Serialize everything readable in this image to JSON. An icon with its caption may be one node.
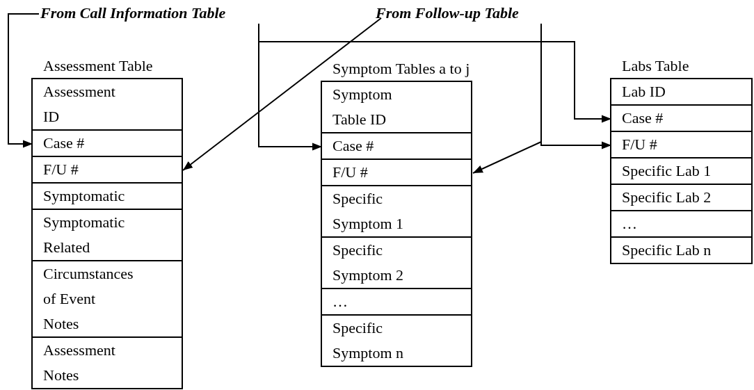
{
  "diagram": {
    "nodes": [
      {
        "text": [
          "From Call Information Table"
        ]
      },
      {
        "text": [
          "From Follow-up Table"
        ]
      },
      {
        "text": [
          "Assessment Table"
        ]
      },
      {
        "text": [
          "Assessment ID"
        ],
        "in": 2
      },
      {
        "text": [
          "Case #"
        ],
        "in": 2
      },
      {
        "text": [
          "F/U #"
        ],
        "in": 2
      },
      {
        "text": [
          "Symptomatic"
        ],
        "in": 2
      },
      {
        "text": [
          "Symptomatic Related"
        ],
        "in": 2
      },
      {
        "text": [
          "Circumstances of Event Notes"
        ],
        "in": 2
      },
      {
        "text": [
          "Assessment Notes"
        ],
        "in": 2
      },
      {
        "text": [
          "Symptom Tables a to j"
        ]
      },
      {
        "text": [
          "Symptom Table ID"
        ],
        "in": 10
      },
      {
        "text": [
          "Case #"
        ],
        "in": 10
      },
      {
        "text": [
          "F/U #"
        ],
        "in": 10
      },
      {
        "text": [
          "Specific Symptom 1"
        ],
        "in": 10
      },
      {
        "text": [
          "Specific Symptom 2"
        ],
        "in": 10
      },
      {
        "text": [
          "…"
        ],
        "in": 10
      },
      {
        "text": [
          "Specific Symptom n"
        ],
        "in": 10
      },
      {
        "text": [
          "Labs Table"
        ]
      },
      {
        "text": [
          "Lab ID"
        ],
        "in": 18
      },
      {
        "text": [
          "Case #"
        ],
        "in": 18
      },
      {
        "text": [
          "F/U #"
        ],
        "in": 18
      },
      {
        "text": [
          "Specific Lab 1"
        ],
        "in": 18
      },
      {
        "text": [
          "Specific Lab 2"
        ],
        "in": 18
      },
      {
        "text": [
          "…"
        ],
        "in": 18
      },
      {
        "text": [
          "Specific Lab n"
        ],
        "in": 18
      }
    ],
    "edges": [
      {
        "from": 0,
        "to": 4,
        "arrow": "to"
      },
      {
        "from": 0,
        "to": 12,
        "arrow": "to"
      },
      {
        "from": 0,
        "to": 20,
        "arrow": "to"
      },
      {
        "from": 1,
        "to": 5,
        "arrow": "to"
      },
      {
        "from": 1,
        "to": 21,
        "arrow": "to"
      },
      {
        "from": 1,
        "to": 13,
        "arrow": "to"
      }
    ]
  }
}
